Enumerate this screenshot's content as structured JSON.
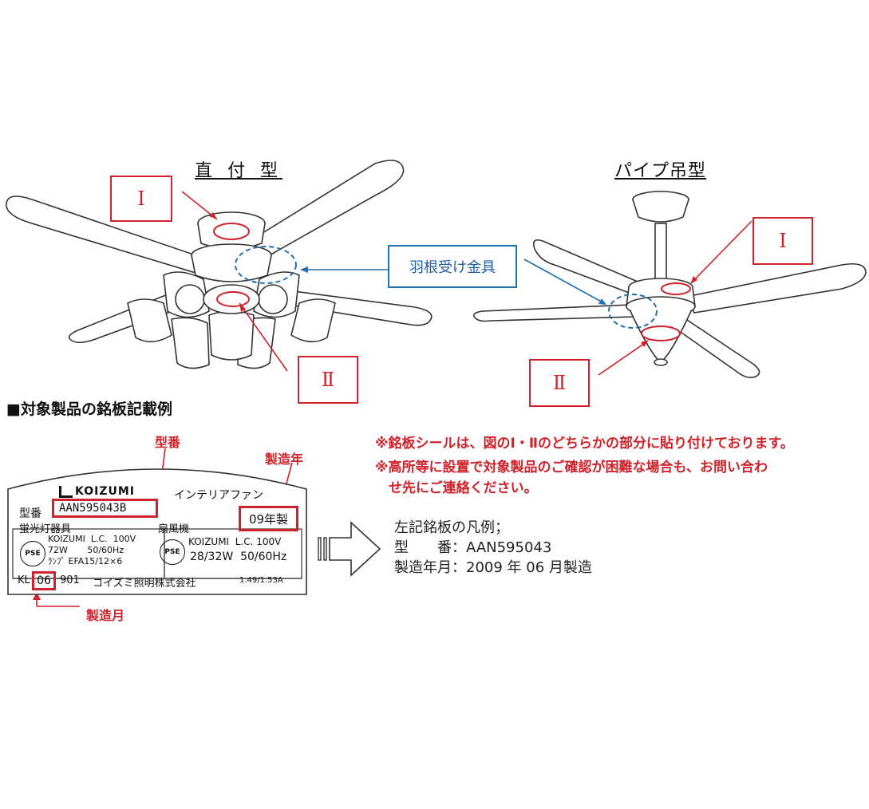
{
  "figures": {
    "left_title": "直 付 型",
    "right_title": "パイプ吊型",
    "mark_1": "Ⅰ",
    "mark_2": "Ⅱ",
    "blade_bracket_label": "羽根受け金具"
  },
  "section_title": "■対象製品の銘板記載例",
  "callouts": {
    "model": "型番",
    "year": "製造年",
    "month": "製造月"
  },
  "plate": {
    "brand": "KOIZUMI",
    "product": "インテリアファン",
    "model_label": "型番",
    "model_value": "AAN595043B",
    "year_value": "09年製",
    "left_header": "蛍光灯器具",
    "right_header": "扇風機",
    "left_maker": "KOIZUMI  L.C.  100V",
    "left_watt": "72W       50/60Hz",
    "left_lamp": "ﾗﾝﾌﾟ EFA15/12×6",
    "right_maker": "KOIZUMI  L.C. 100V",
    "right_watt": "28/32W  50/60Hz",
    "footer_prefix": "KL",
    "footer_month": "06",
    "footer_code": "901",
    "footer_company": "コイズミ照明株式会社",
    "footer_amp": "1.49/1.53A",
    "pse": "PSE"
  },
  "notes": [
    "※銘板シールは、図のⅠ・Ⅱのどちらかの部分に貼り付けております。",
    "※高所等に設置で対象製品のご確認が困難な場合も、お問い合わ",
    "　せ先にご連絡ください。"
  ],
  "legend": {
    "title": "左記銘板の凡例；",
    "model_line": "型　　番：AAN595043",
    "date_line": "製造年月：2009 年 06 月製造"
  },
  "colors": {
    "red": "#d0222a",
    "blue": "#1f6fb5"
  }
}
